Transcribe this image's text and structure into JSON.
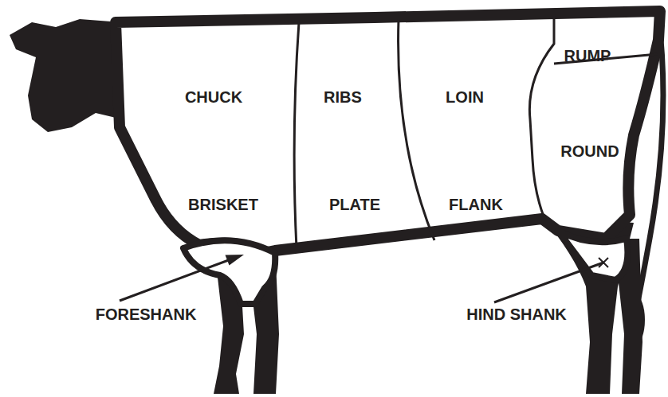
{
  "diagram": {
    "labels": [
      "CHUCK",
      "RIBS",
      "LOIN",
      "RUMP",
      "ROUND",
      "BRISKET",
      "PLATE",
      "FLANK",
      "FORESHANK",
      "HIND SHANK"
    ]
  }
}
